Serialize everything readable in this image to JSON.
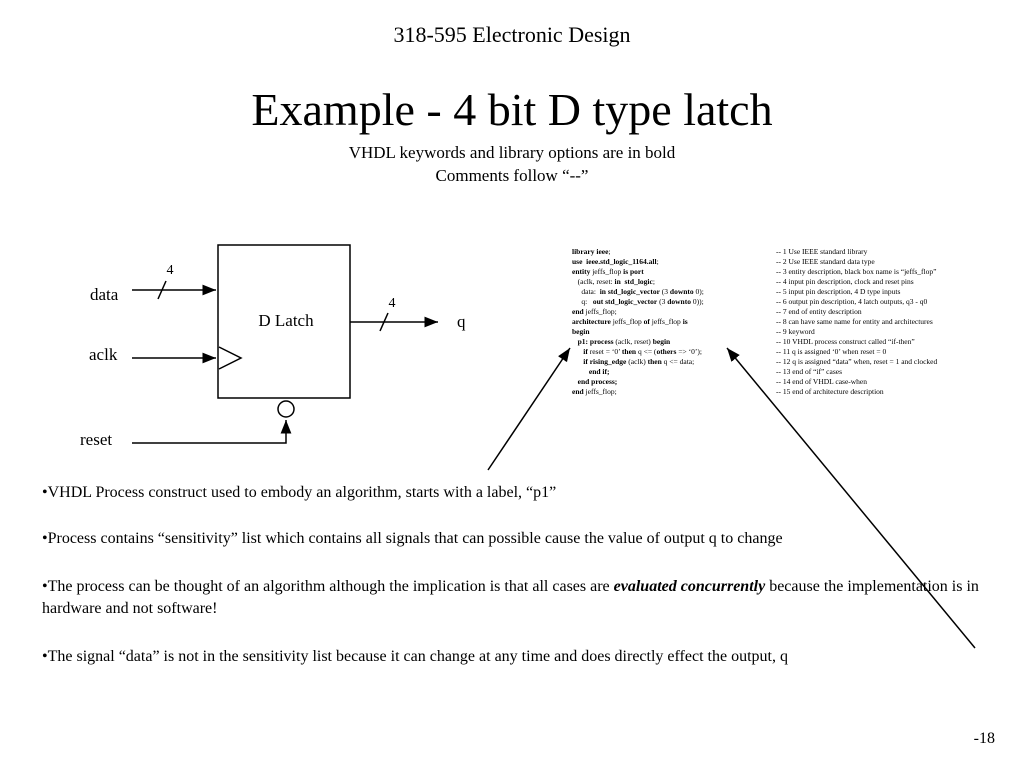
{
  "header": {
    "course": "318-595 Electronic Design",
    "title": "Example - 4 bit D type latch",
    "subtitle1": "VHDL keywords and library options are in bold",
    "subtitle2": "Comments follow “--”"
  },
  "diagram": {
    "block_label": "D Latch",
    "input_data": "data",
    "input_clk": "aclk",
    "input_reset": "reset",
    "output_q": "q",
    "bus_width_in": "4",
    "bus_width_out": "4"
  },
  "code": {
    "lines": [
      [
        {
          "t": "library ieee",
          "b": true
        },
        {
          "t": ";",
          "b": false
        }
      ],
      [
        {
          "t": "use  ieee.std_logic_1164.all",
          "b": true
        },
        {
          "t": ";",
          "b": false
        }
      ],
      [
        {
          "t": "entity",
          "b": true
        },
        {
          "t": " jeffs_flop ",
          "b": false
        },
        {
          "t": "is port",
          "b": true
        }
      ],
      [
        {
          "t": "   (aclk, reset: ",
          "b": false
        },
        {
          "t": "in  std_logic",
          "b": true
        },
        {
          "t": ";",
          "b": false
        }
      ],
      [
        {
          "t": "     data:  ",
          "b": false
        },
        {
          "t": "in std_logic_vector",
          "b": true
        },
        {
          "t": " (3 ",
          "b": false
        },
        {
          "t": "downto",
          "b": true
        },
        {
          "t": " 0);",
          "b": false
        }
      ],
      [
        {
          "t": "     q:   ",
          "b": false
        },
        {
          "t": "out std_logic_vector",
          "b": true
        },
        {
          "t": " (3 ",
          "b": false
        },
        {
          "t": "downto",
          "b": true
        },
        {
          "t": " 0));",
          "b": false
        }
      ],
      [
        {
          "t": "end",
          "b": true
        },
        {
          "t": " jeffs_flop;",
          "b": false
        }
      ],
      [
        {
          "t": "architecture",
          "b": true
        },
        {
          "t": " jeffs_flop ",
          "b": false
        },
        {
          "t": "of",
          "b": true
        },
        {
          "t": " jeffs_flop ",
          "b": false
        },
        {
          "t": "is",
          "b": true
        }
      ],
      [
        {
          "t": "begin",
          "b": true
        }
      ],
      [
        {
          "t": "   p1: process",
          "b": true
        },
        {
          "t": " (aclk, reset) ",
          "b": false
        },
        {
          "t": "begin",
          "b": true
        }
      ],
      [
        {
          "t": "      if",
          "b": true
        },
        {
          "t": " reset = ‘0’ ",
          "b": false
        },
        {
          "t": "then",
          "b": true
        },
        {
          "t": " q <= (",
          "b": false
        },
        {
          "t": "others",
          "b": true
        },
        {
          "t": " => ‘0’);",
          "b": false
        }
      ],
      [
        {
          "t": "      if rising_edge",
          "b": true
        },
        {
          "t": " (aclk) ",
          "b": false
        },
        {
          "t": "then",
          "b": true
        },
        {
          "t": " q <= data;",
          "b": false
        }
      ],
      [
        {
          "t": "         end if;",
          "b": true
        }
      ],
      [
        {
          "t": "   end process;",
          "b": true
        }
      ],
      [
        {
          "t": "end",
          "b": true
        },
        {
          "t": " jeffs_flop;",
          "b": false
        }
      ]
    ],
    "comments": [
      "-- 1 Use IEEE standard library",
      "-- 2 Use IEEE standard data type",
      "-- 3 entity description, black box name is “jeffs_flop”",
      "-- 4 input pin description, clock and reset pins",
      "-- 5 input pin description, 4 D type inputs",
      "-- 6 output pin description, 4 latch outputs, q3 - q0",
      "-- 7 end of entity description",
      "-- 8 can have same name for entity and architectures",
      "-- 9 keyword",
      "-- 10 VHDL process construct called “if-then”",
      "-- 11 q is assigned ‘0’ when reset = 0",
      "-- 12 q is assigned “data” when, reset = 1 and clocked",
      "-- 13 end of “if” cases",
      "-- 14 end of VHDL case-when",
      "-- 15 end of architecture description"
    ]
  },
  "bullets": {
    "b1": "•VHDL Process construct used to embody an algorithm, starts with a label, “p1”",
    "b2": "•Process contains “sensitivity” list which contains all signals that can possible cause the value of output q to change",
    "b3_pre": "•The process can be thought of an algorithm although the implication is that all cases are ",
    "b3_emph": "evaluated concurrently",
    "b3_post": " because the implementation is in hardware and not software!",
    "b4": "•The signal “data” is not in the sensitivity list because it can change at any time and does directly effect the output, q"
  },
  "footer": {
    "page": "-18"
  }
}
